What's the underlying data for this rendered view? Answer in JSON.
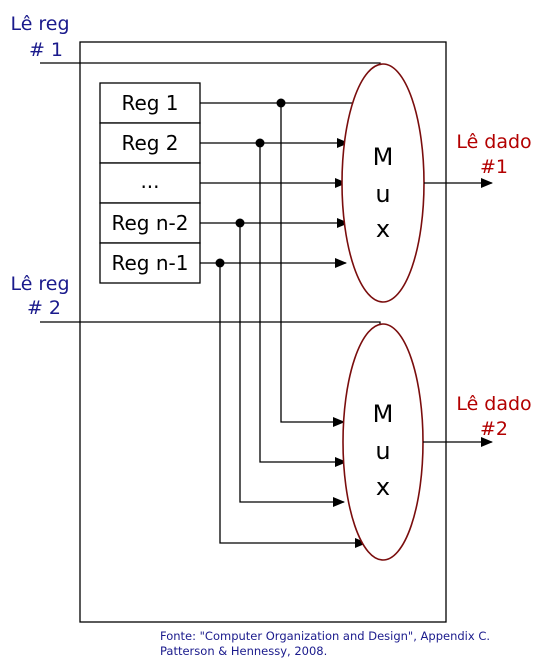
{
  "inputs": {
    "read_reg_1": [
      "Lê reg",
      "# 1"
    ],
    "read_reg_2": [
      "Lê reg",
      "# 2"
    ]
  },
  "outputs": {
    "data_1": [
      "Lê dado",
      "#1"
    ],
    "data_2": [
      "Lê dado",
      "#2"
    ]
  },
  "registers": [
    "Reg 1",
    "Reg 2",
    "...",
    "Reg n-2",
    "Reg n-1"
  ],
  "mux_letters": [
    "M",
    "u",
    "x"
  ],
  "source": {
    "line1": "Fonte: \"Computer Organization and Design\", Appendix C.",
    "line2": "Patterson & Hennessy, 2008."
  },
  "colors": {
    "input_label": "#1a1a8c",
    "output_label": "#b30000",
    "mux_outline": "#7a0d0d",
    "wire": "#000000"
  }
}
